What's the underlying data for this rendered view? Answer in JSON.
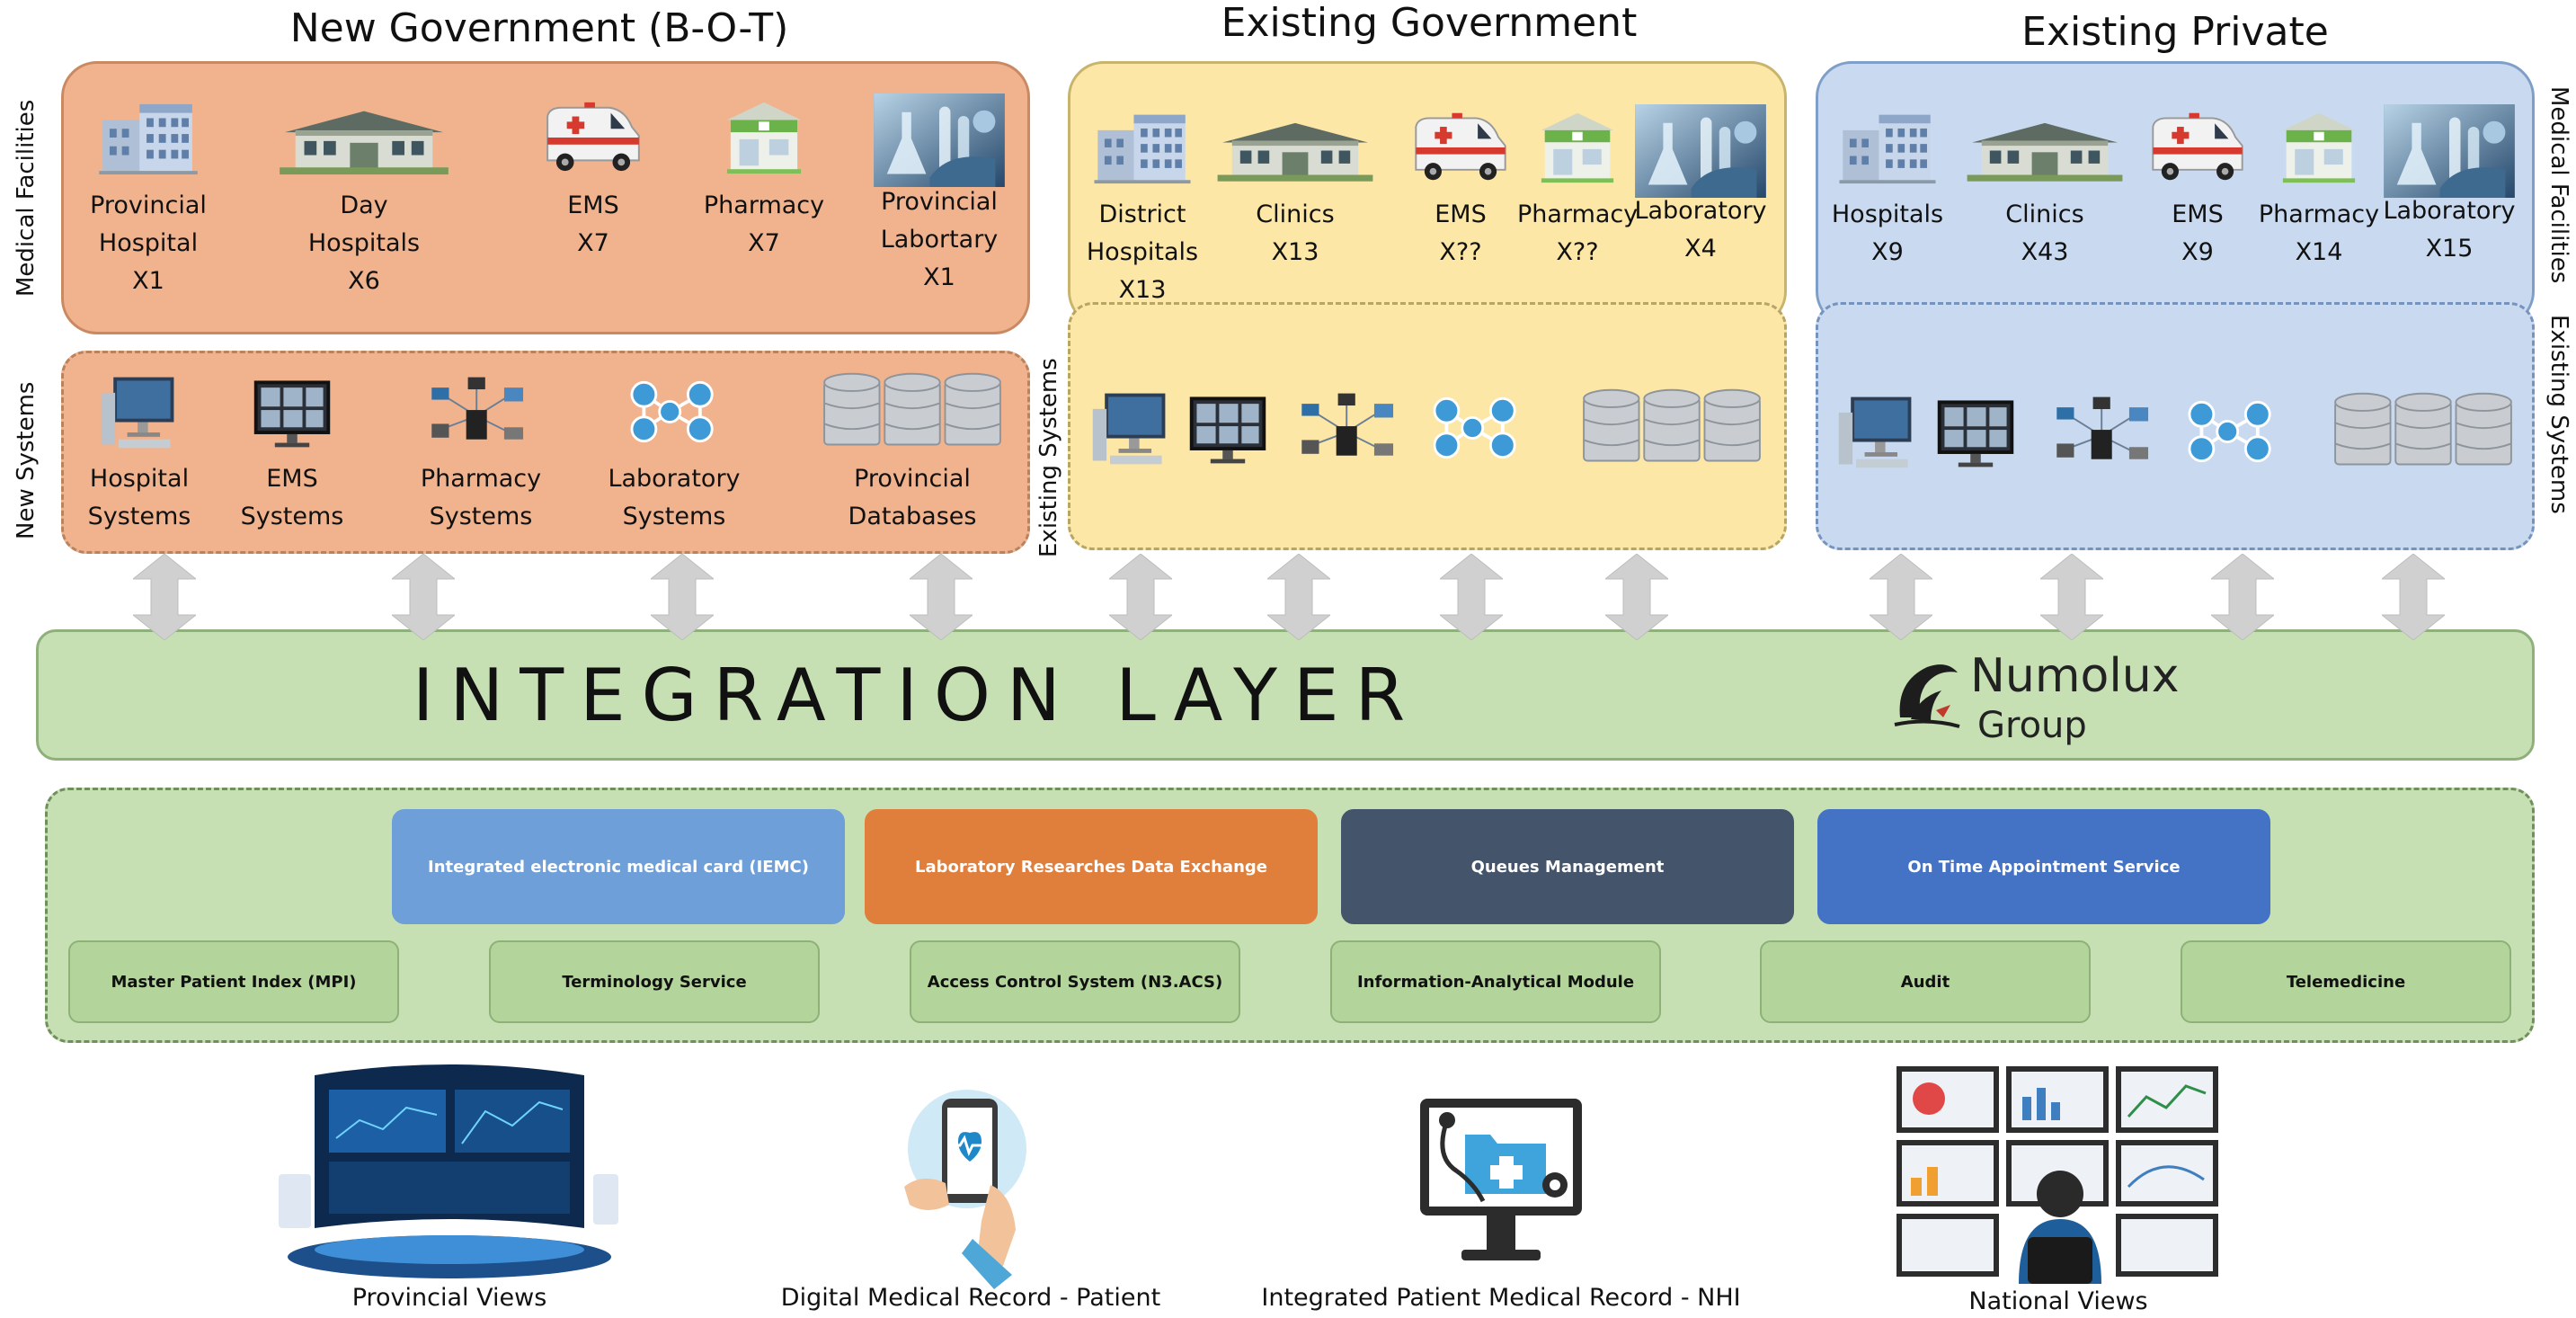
{
  "groups": {
    "new_gov": {
      "title": "New Government (B-O-T)",
      "facilities": [
        {
          "label": "Provincial\nHospital\nX1",
          "icon": "hospital-building-icon"
        },
        {
          "label": "Day\nHospitals\nX6",
          "icon": "clinic-building-icon"
        },
        {
          "label": "EMS\nX7",
          "icon": "ambulance-icon"
        },
        {
          "label": "Pharmacy\nX7",
          "icon": "pharmacy-icon"
        },
        {
          "label": "Provincial\nLabortary\nX1",
          "icon": "laboratory-icon"
        }
      ],
      "systems": [
        {
          "label": "Hospital\nSystems",
          "icon": "computer-workstation-icon"
        },
        {
          "label": "EMS\nSystems",
          "icon": "monitor-icon"
        },
        {
          "label": "Pharmacy\nSystems",
          "icon": "network-devices-icon"
        },
        {
          "label": "Laboratory\nSystems",
          "icon": "network-nodes-icon"
        },
        {
          "label": "Provincial\nDatabases",
          "icon": "database-icon"
        }
      ]
    },
    "existing_gov": {
      "title": "Existing Government",
      "facilities": [
        {
          "label": "District\nHospitals\nX13",
          "icon": "hospital-building-icon"
        },
        {
          "label": "Clinics\nX13",
          "icon": "clinic-building-icon"
        },
        {
          "label": "EMS\nX??",
          "icon": "ambulance-icon"
        },
        {
          "label": "Pharmacy\nX??",
          "icon": "pharmacy-icon"
        },
        {
          "label": "Laboratory\nX4",
          "icon": "laboratory-icon"
        }
      ]
    },
    "existing_private": {
      "title": "Existing Private",
      "facilities": [
        {
          "label": "Hospitals\nX9",
          "icon": "hospital-building-icon"
        },
        {
          "label": "Clinics\nX43",
          "icon": "clinic-building-icon"
        },
        {
          "label": "EMS\nX9",
          "icon": "ambulance-icon"
        },
        {
          "label": "Pharmacy\nX14",
          "icon": "pharmacy-icon"
        },
        {
          "label": "Laboratory\nX15",
          "icon": "laboratory-icon"
        }
      ]
    }
  },
  "side_labels": {
    "left_facilities": "Medical Facilities",
    "left_systems": "New Systems",
    "mid_systems": "Existing Systems",
    "right_facilities": "Medical Facilities",
    "right_systems": "Existing Systems"
  },
  "integration": {
    "title": "INTEGRATION LAYER",
    "logo_line1": "Numolux",
    "logo_line2": "Group"
  },
  "services_top": [
    {
      "label": "Integrated electronic medical card (IEMC)",
      "color": "#6f9fd8"
    },
    {
      "label": "Laboratory Researches Data Exchange",
      "color": "#e07f3c"
    },
    {
      "label": "Queues Management",
      "color": "#44546a"
    },
    {
      "label": "On Time Appointment Service",
      "color": "#4472c4"
    }
  ],
  "services_bottom": [
    {
      "label": "Master Patient Index (MPI)"
    },
    {
      "label": "Terminology Service"
    },
    {
      "label": "Access Control System (N3.ACS)"
    },
    {
      "label": "Information-Analytical Module"
    },
    {
      "label": "Audit"
    },
    {
      "label": "Telemedicine"
    }
  ],
  "views": [
    {
      "label": "Provincial Views",
      "icon": "dashboard-screens-icon"
    },
    {
      "label": "Digital Medical Record - Patient",
      "icon": "smartphone-health-icon"
    },
    {
      "label": "Integrated Patient Medical Record - NHI",
      "icon": "medical-folder-monitor-icon"
    },
    {
      "label": "National Views",
      "icon": "control-room-icon"
    }
  ]
}
